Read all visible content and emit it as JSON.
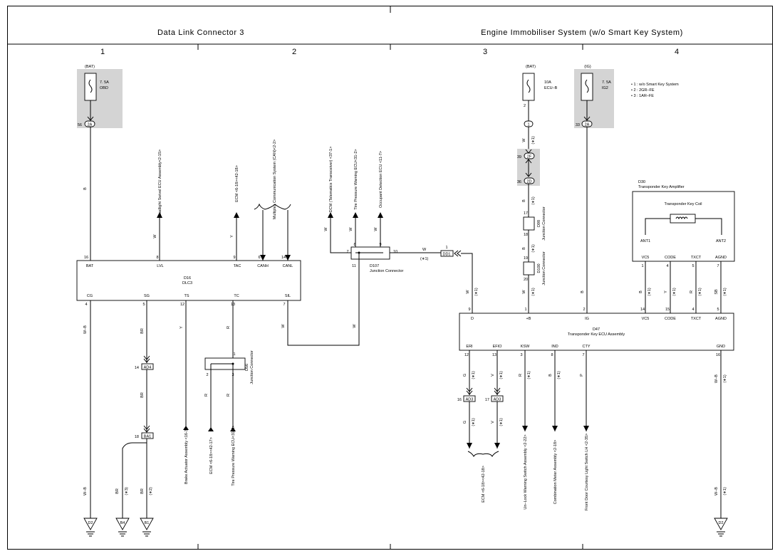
{
  "sections": {
    "left_title": "Data Link Connector 3",
    "right_title": "Engine Immobiliser System (w/o Smart Key System)"
  },
  "columns": [
    "1",
    "2",
    "3",
    "4"
  ],
  "notes": [
    "• 1 : w/o Smart Key System",
    "• 2 : 2GR–FE",
    "• 3 : 1AR–FE"
  ],
  "fuses": {
    "obd": {
      "source": "(BAT)",
      "rating": "7. 5A",
      "name": "OBD",
      "pin": "56",
      "conn": "2A"
    },
    "ecub": {
      "source": "(BAT)",
      "rating": "10A",
      "name": "ECU–B",
      "pin": "2",
      "conn": "1"
    },
    "ig2": {
      "source": "(IG)",
      "rating": "7. 5A",
      "name": "IG2",
      "pin": "33",
      "conn": "2A"
    }
  },
  "dlc3": {
    "id": "D16",
    "name": "DLC3",
    "top_pins": [
      {
        "num": "16",
        "label": "BAT"
      },
      {
        "num": "8",
        "label": "LVL"
      },
      {
        "num": "9",
        "label": "TAC"
      },
      {
        "num": "6",
        "label": "CANH"
      },
      {
        "num": "14",
        "label": "CANL"
      }
    ],
    "bottom_pins": [
      {
        "num": "4",
        "label": "CG"
      },
      {
        "num": "5",
        "label": "SG"
      },
      {
        "num": "12",
        "label": "TS"
      },
      {
        "num": "13",
        "label": "TC"
      },
      {
        "num": "7",
        "label": "SIL"
      }
    ]
  },
  "top_dests": {
    "headlight": "Headlight Swivel ECU Assembly<2-15>",
    "ecm_tac": "ECM <6-18><42-18>",
    "multiplex": "Multiplex Communication System (CAN)<2-2>",
    "dcm": "DCM (Telematics Transceiver) <37-1>",
    "tire_top": "Tire Pressure Warning ECU<31-2>",
    "occupant": "Occupant Detection ECU <11-7>"
  },
  "bottom_dests": {
    "brake": "Brake Actuator Assembly <16-3>",
    "ecm_d56": "ECM <6-18><42-17>",
    "tire_bottom": "Tire Pressure Warning ECU<31-2>",
    "ecm_ign": "ECM <6-18><42-18>",
    "unlock": "Un–Lock Warning Switch Assembly <2-22>",
    "meter": "Combination Meter Assembly <2-18>",
    "courtesy": "Front Door Courtesy Light Switch LH <2-35>"
  },
  "junctions": {
    "d107": {
      "id": "D107",
      "name": "Junction Connector",
      "pins": [
        "7",
        "8",
        "9",
        "10",
        "11"
      ]
    },
    "d56": {
      "id": "D56",
      "name": "Junction Connector",
      "pins": [
        "1",
        "2",
        "3"
      ]
    },
    "d98": {
      "id": "D98",
      "name": "Junction Connector",
      "pins": [
        "17",
        "18"
      ]
    },
    "d100": {
      "id": "D100",
      "name": "Junction Connector",
      "pins": [
        "19",
        "20"
      ]
    },
    "d01": {
      "id": "DD1",
      "pin": "1"
    }
  },
  "inline": {
    "ad4": {
      "pin": "14",
      "id": "AD4"
    },
    "ba1": {
      "pin": "18",
      "id": "BA1"
    },
    "ad3a": {
      "pin": "16",
      "id": "AD3"
    },
    "ad3b": {
      "pin": "17",
      "id": "AD3"
    },
    "c2f": {
      "pin": "39",
      "id": "2F"
    },
    "c2d": {
      "pin": "36",
      "id": "2D"
    }
  },
  "amplifier": {
    "id": "D30",
    "name": "Transponder Key Amplifier",
    "coil": "Transponder Key Coil",
    "antennas": [
      "ANT1",
      "ANT2"
    ],
    "pins": [
      {
        "num": "1",
        "label": "VC5"
      },
      {
        "num": "4",
        "label": "CODE"
      },
      {
        "num": "5",
        "label": "TXCT"
      },
      {
        "num": "7",
        "label": "AGND"
      }
    ]
  },
  "ecu": {
    "id": "D47",
    "name": "Transponder Key ECU Assembly",
    "top_pins": [
      {
        "num": "9",
        "label": "D"
      },
      {
        "num": "1",
        "label": "+B"
      },
      {
        "num": "2",
        "label": "IG"
      },
      {
        "num": "14",
        "label": "VC5"
      },
      {
        "num": "15",
        "label": "CODE"
      },
      {
        "num": "4",
        "label": "TXCT"
      },
      {
        "num": "5",
        "label": "AGND"
      }
    ],
    "bottom_pins": [
      {
        "num": "12",
        "label": "ERI"
      },
      {
        "num": "13",
        "label": "EFIO"
      },
      {
        "num": "3",
        "label": "KSW"
      },
      {
        "num": "8",
        "label": "IND"
      },
      {
        "num": "7",
        "label": "CTY"
      },
      {
        "num": "16",
        "label": "GND"
      }
    ]
  },
  "wires": {
    "B": "B",
    "W": "W",
    "Y": "Y",
    "R": "R",
    "BR": "BR",
    "WB": "W–B",
    "G": "G",
    "V": "V",
    "P": "P",
    "SB": "SB",
    "m1": "(∗1)",
    "m2": "(∗2)",
    "m3": "(∗3)"
  },
  "grounds": [
    "D2",
    "B4",
    "B1",
    "D2"
  ]
}
